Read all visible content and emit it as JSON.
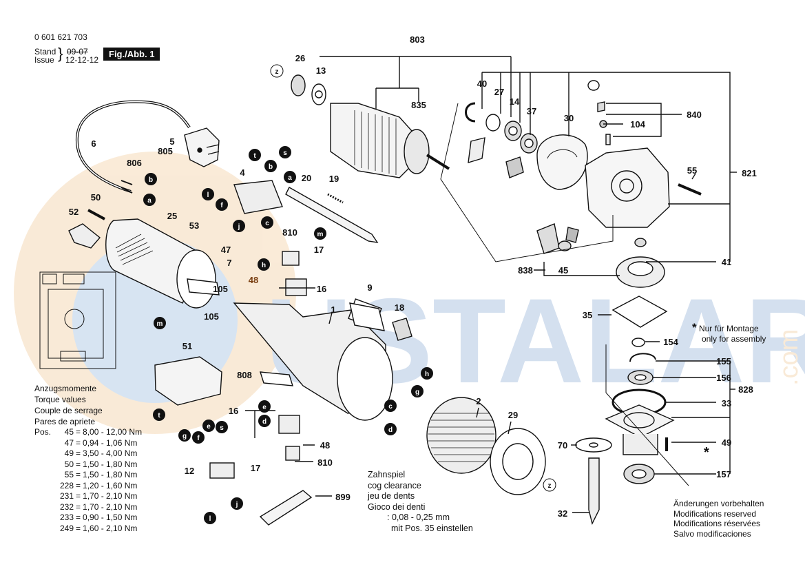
{
  "header": {
    "part_number": "0 601 621 703",
    "stand_label": "Stand",
    "issue_label": "Issue",
    "stand_value": "09-07",
    "issue_value": "12-12-12",
    "figure_label": "Fig./Abb. 1"
  },
  "watermark": {
    "text": "USTALARA",
    "suffix": ".com"
  },
  "callouts": {
    "p803": "803",
    "p26": "26",
    "p13": "13",
    "p835": "835",
    "p40": "40",
    "p27": "27",
    "p14": "14",
    "p37": "37",
    "p30": "30",
    "p840": "840",
    "p104": "104",
    "p821": "821",
    "p55": "55",
    "p6": "6",
    "p5": "5",
    "p805": "805",
    "p806": "806",
    "p4": "4",
    "p20": "20",
    "p19": "19",
    "p50": "50",
    "p52": "52",
    "p25": "25",
    "p53": "53",
    "p810a": "810",
    "p47": "47",
    "p17a": "17",
    "p7": "7",
    "p48a": "48",
    "p16a": "16",
    "p105a": "105",
    "p105b": "105",
    "p9": "9",
    "p18": "18",
    "p1": "1",
    "p838": "838",
    "p45": "45",
    "p41": "41",
    "p35": "35",
    "p154": "154",
    "p155": "155",
    "p156": "156",
    "p828": "828",
    "p33": "33",
    "p49": "49",
    "p157": "157",
    "p51": "51",
    "p808": "808",
    "p2": "2",
    "p29": "29",
    "p70": "70",
    "p32": "32",
    "p16b": "16",
    "p48b": "48",
    "p810b": "810",
    "p17b": "17",
    "p12": "12",
    "p899": "899"
  },
  "badges": {
    "z1": "z",
    "z2": "z",
    "b1": "b",
    "a1": "a",
    "t1": "t",
    "s1": "s",
    "b2": "b",
    "a2": "a",
    "l1": "l",
    "f1": "f",
    "j1": "j",
    "c1": "c",
    "m1": "m",
    "h1": "h",
    "m2": "m",
    "t2": "t",
    "g1": "g",
    "f2": "f",
    "e1": "e",
    "s2": "s",
    "h2": "h",
    "g2": "g",
    "c2": "c",
    "d1": "d",
    "e2": "e",
    "d2": "d",
    "l2": "l",
    "j2": "j"
  },
  "assembly_note": {
    "star": "*",
    "de": "Nur für Montage",
    "en": "only for assembly"
  },
  "star_49": "*",
  "torque": {
    "headings": [
      "Anzugsmomente",
      "Torque values",
      "Couple de serrage",
      "Pares de apriete"
    ],
    "pos_label": "Pos.",
    "rows": [
      {
        "pos": "45",
        "eq": "=",
        "value": "8,00 - 12,00 Nm"
      },
      {
        "pos": "47",
        "eq": "=",
        "value": "0,94 - 1,06 Nm"
      },
      {
        "pos": "49",
        "eq": "=",
        "value": "3,50 - 4,00 Nm"
      },
      {
        "pos": "50",
        "eq": "=",
        "value": "1,50 - 1,80 Nm"
      },
      {
        "pos": "55",
        "eq": "=",
        "value": "1,50 - 1,80 Nm"
      },
      {
        "pos": "228",
        "eq": "=",
        "value": "1,20 - 1,60 Nm"
      },
      {
        "pos": "231",
        "eq": "=",
        "value": "1,70 - 2,10 Nm"
      },
      {
        "pos": "232",
        "eq": "=",
        "value": "1,70 - 2,10 Nm"
      },
      {
        "pos": "233",
        "eq": "=",
        "value": "0,90 - 1,50 Nm"
      },
      {
        "pos": "249",
        "eq": "=",
        "value": "1,60 - 2,10 Nm"
      }
    ]
  },
  "gear_note": {
    "lines": [
      "Zahnspiel",
      "cog clearance",
      "jeu de dents",
      "Gioco dei denti"
    ],
    "value": ": 0,08 - 0,25 mm",
    "instruction": "mit Pos. 35 einstellen"
  },
  "modifications": {
    "lines": [
      "Änderungen vorbehalten",
      "Modifications reserved",
      "Modifications réservées",
      "Salvo modificaciones"
    ]
  }
}
